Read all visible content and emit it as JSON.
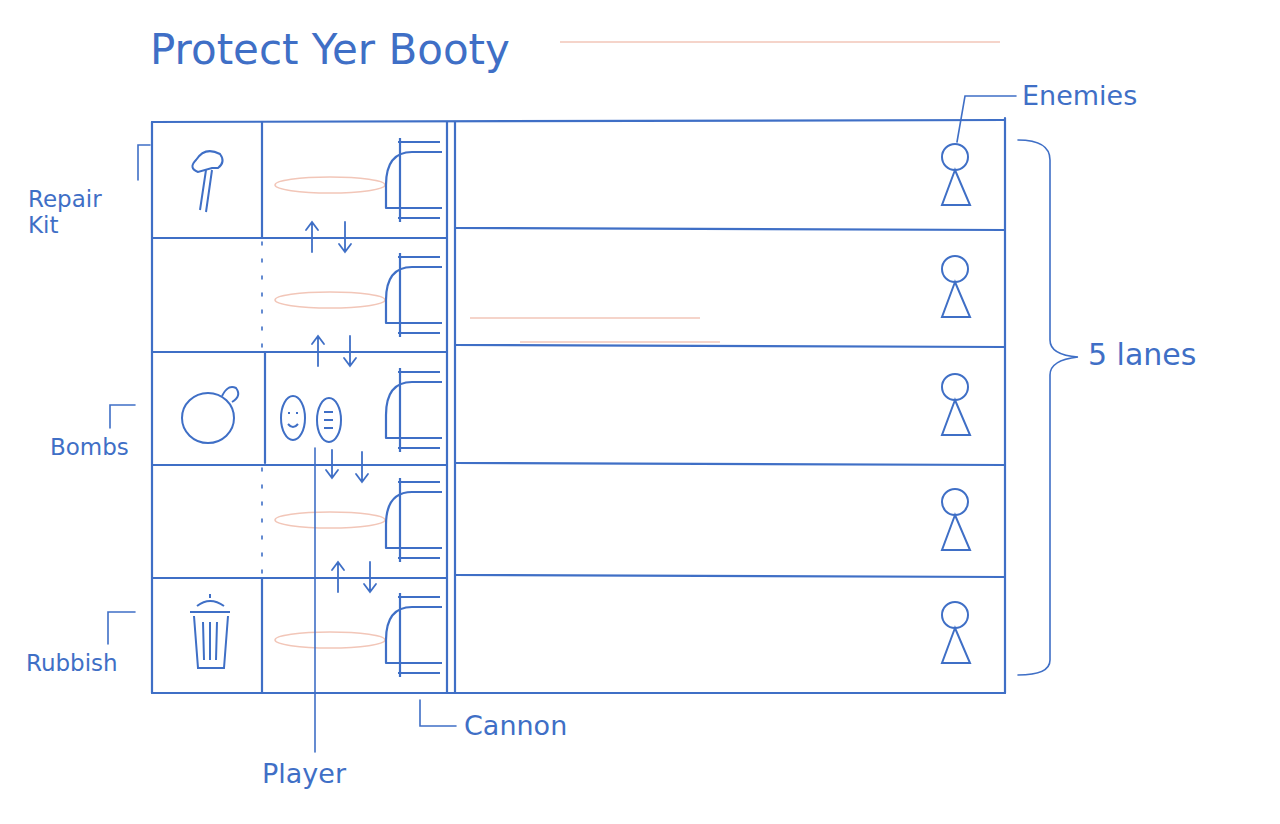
{
  "diagram": {
    "title": "Protect Yer Booty",
    "labels": [
      "Repair Kit",
      "Bombs",
      "Rubbish",
      "Enemies",
      "5 lanes",
      "Cannon",
      "Player"
    ]
  }
}
